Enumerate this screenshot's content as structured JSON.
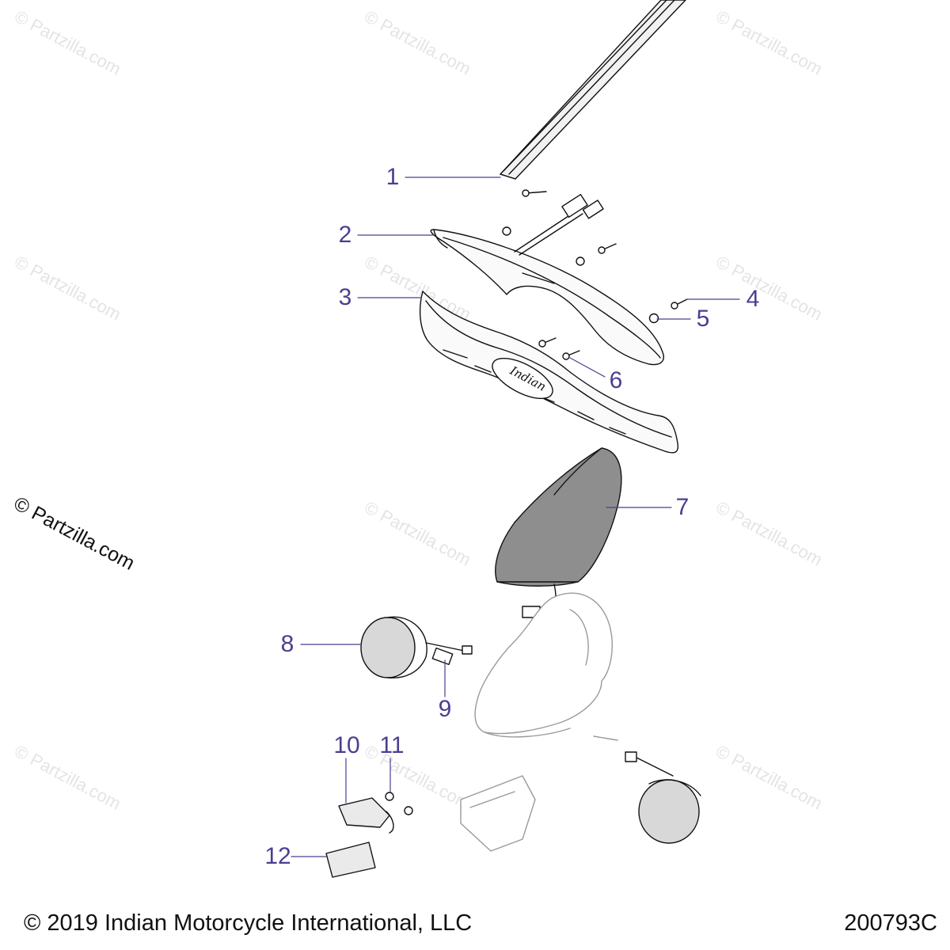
{
  "watermark": {
    "text": "© Partzilla.com"
  },
  "callouts": [
    {
      "id": "1",
      "label": "1"
    },
    {
      "id": "2",
      "label": "2"
    },
    {
      "id": "3",
      "label": "3"
    },
    {
      "id": "4",
      "label": "4"
    },
    {
      "id": "5",
      "label": "5"
    },
    {
      "id": "6",
      "label": "6"
    },
    {
      "id": "7",
      "label": "7"
    },
    {
      "id": "8",
      "label": "8"
    },
    {
      "id": "9",
      "label": "9"
    },
    {
      "id": "10",
      "label": "10"
    },
    {
      "id": "11",
      "label": "11"
    },
    {
      "id": "12",
      "label": "12"
    }
  ],
  "footer": {
    "copyright": "© 2019 Indian Motorcycle International, LLC",
    "code": "200793C"
  },
  "colors": {
    "callout": "#4a3f91",
    "line": "#111111",
    "watermark": "#e4e4e4"
  }
}
